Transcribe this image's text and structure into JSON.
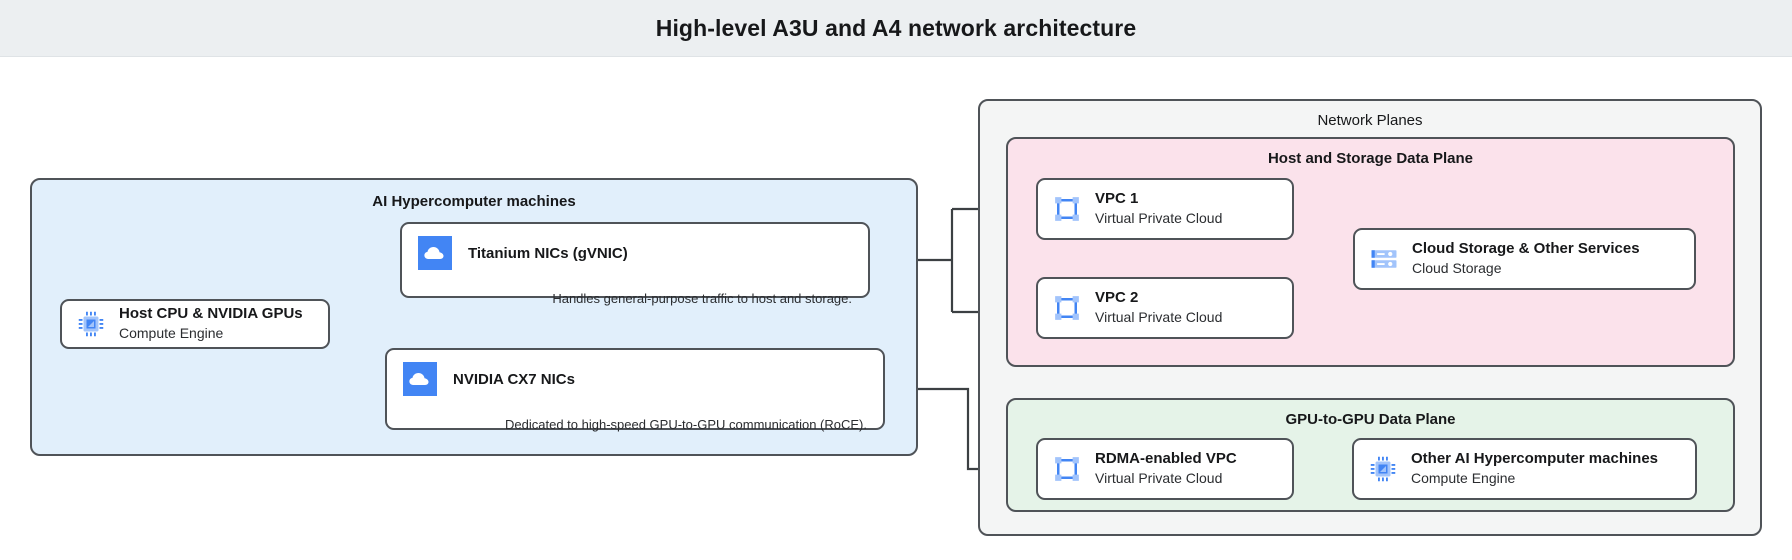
{
  "header": {
    "title": "High-level A3U and A4 network architecture"
  },
  "panels": {
    "machines": {
      "title": "AI Hypercomputer machines",
      "bg": "#e1effb"
    },
    "network_planes": {
      "title": "Network Planes",
      "bg": "#f4f5f5"
    },
    "host_storage_plane": {
      "title": "Host and Storage Data Plane",
      "bg": "#fbe2eb"
    },
    "gpu_plane": {
      "title": "GPU-to-GPU Data Plane",
      "bg": "#e5f3e8"
    }
  },
  "nodes": {
    "host_cpu": {
      "title": "Host CPU & NVIDIA GPUs",
      "subtitle": "Compute Engine",
      "icon": "cpu-chip-icon"
    },
    "titanium_nics": {
      "title": "Titanium NICs (gVNIC)",
      "caption": "Handles general-purpose traffic to host and storage.",
      "icon": "cloud-icon"
    },
    "cx7_nics": {
      "title": "NVIDIA CX7 NICs",
      "caption": "Dedicated to high-speed GPU-to-GPU communication (RoCE).",
      "icon": "cloud-icon"
    },
    "vpc1": {
      "title": "VPC 1",
      "subtitle": "Virtual Private Cloud",
      "icon": "vpc-icon"
    },
    "vpc2": {
      "title": "VPC 2",
      "subtitle": "Virtual Private Cloud",
      "icon": "vpc-icon"
    },
    "cloud_storage": {
      "title": "Cloud Storage & Other Services",
      "subtitle": "Cloud Storage",
      "icon": "storage-rack-icon"
    },
    "rdma_vpc": {
      "title": "RDMA-enabled VPC",
      "subtitle": "Virtual Private Cloud",
      "icon": "vpc-icon"
    },
    "other_machines": {
      "title": "Other AI Hypercomputer machines",
      "subtitle": "Compute Engine",
      "icon": "cpu-chip-icon"
    }
  },
  "colors": {
    "header_bg": "#eceff1",
    "blue_panel": "#e1effb",
    "pink_panel": "#fbe2eb",
    "green_panel": "#e5f3e8",
    "gray_panel": "#f4f5f5",
    "stroke": "#4f5358",
    "icon_blue": "#4285f4",
    "icon_blue_light": "#a2c4fb",
    "connector": "#3c4043"
  }
}
